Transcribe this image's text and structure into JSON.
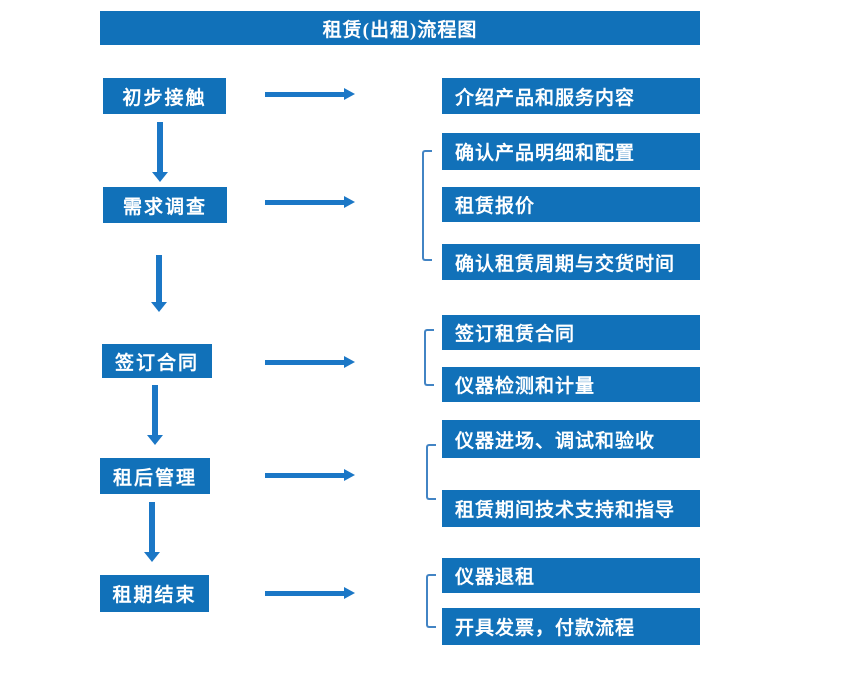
{
  "title": "租赁(出租)流程图",
  "colors": {
    "box_blue": "#1171b9",
    "arrow_blue": "#1b77c6",
    "bracket_blue": "#4284c4",
    "text_white": "#ffffff"
  },
  "steps": [
    {
      "label": "初步接触",
      "details": [
        "介绍产品和服务内容"
      ]
    },
    {
      "label": "需求调查",
      "details": [
        "确认产品明细和配置",
        "租赁报价",
        "确认租赁周期与交货时间"
      ]
    },
    {
      "label": "签订合同",
      "details": [
        "签订租赁合同",
        "仪器检测和计量"
      ]
    },
    {
      "label": "租后管理",
      "details": [
        "仪器进场、调试和验收",
        "租赁期间技术支持和指导"
      ]
    },
    {
      "label": "租期结束",
      "details": [
        "仪器退租",
        "开具发票，付款流程"
      ]
    }
  ]
}
